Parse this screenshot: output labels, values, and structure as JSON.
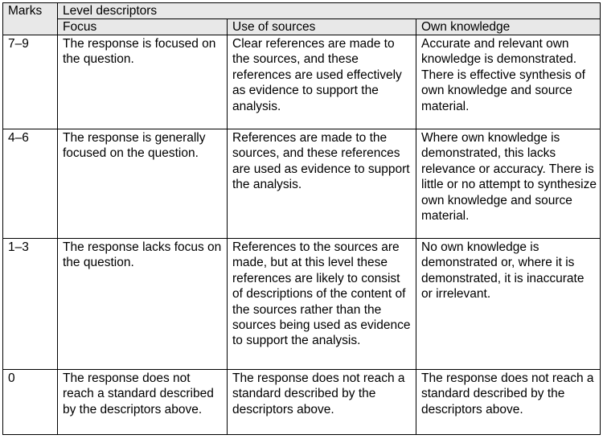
{
  "table": {
    "marks_header": "Marks",
    "group_header": "Level descriptors",
    "columns": [
      "Focus",
      "Use of sources",
      "Own knowledge"
    ],
    "rows": [
      {
        "marks": "7–9",
        "focus": "The response is focused on the question.",
        "sources": "Clear references are made to the sources, and these references are used effectively as evidence to support the analysis.",
        "knowledge": "Accurate and relevant own knowledge is demonstrated. There is effective synthesis of own knowledge and source material."
      },
      {
        "marks": "4–6",
        "focus": "The response is generally focused on the question.",
        "sources": "References are made to the sources, and these references are used as evidence to support the analysis.",
        "knowledge": "Where own knowledge is demonstrated, this lacks relevance or accuracy. There is little or no attempt to synthesize own knowledge and source material."
      },
      {
        "marks": "1–3",
        "focus": "The response lacks focus on the question.",
        "sources": "References to the sources are made, but at this level these references are likely to consist of descriptions of the content of the sources rather than the sources being used as evidence to support the analysis.",
        "knowledge": "No own knowledge is demonstrated or, where it is demonstrated, it is inaccurate or irrelevant."
      },
      {
        "marks": "0",
        "focus": "The response does not reach a standard described by the descriptors above.",
        "sources": "The response does not reach a standard described by the descriptors above.",
        "knowledge": "The response does not reach a standard described by the descriptors above."
      }
    ]
  }
}
